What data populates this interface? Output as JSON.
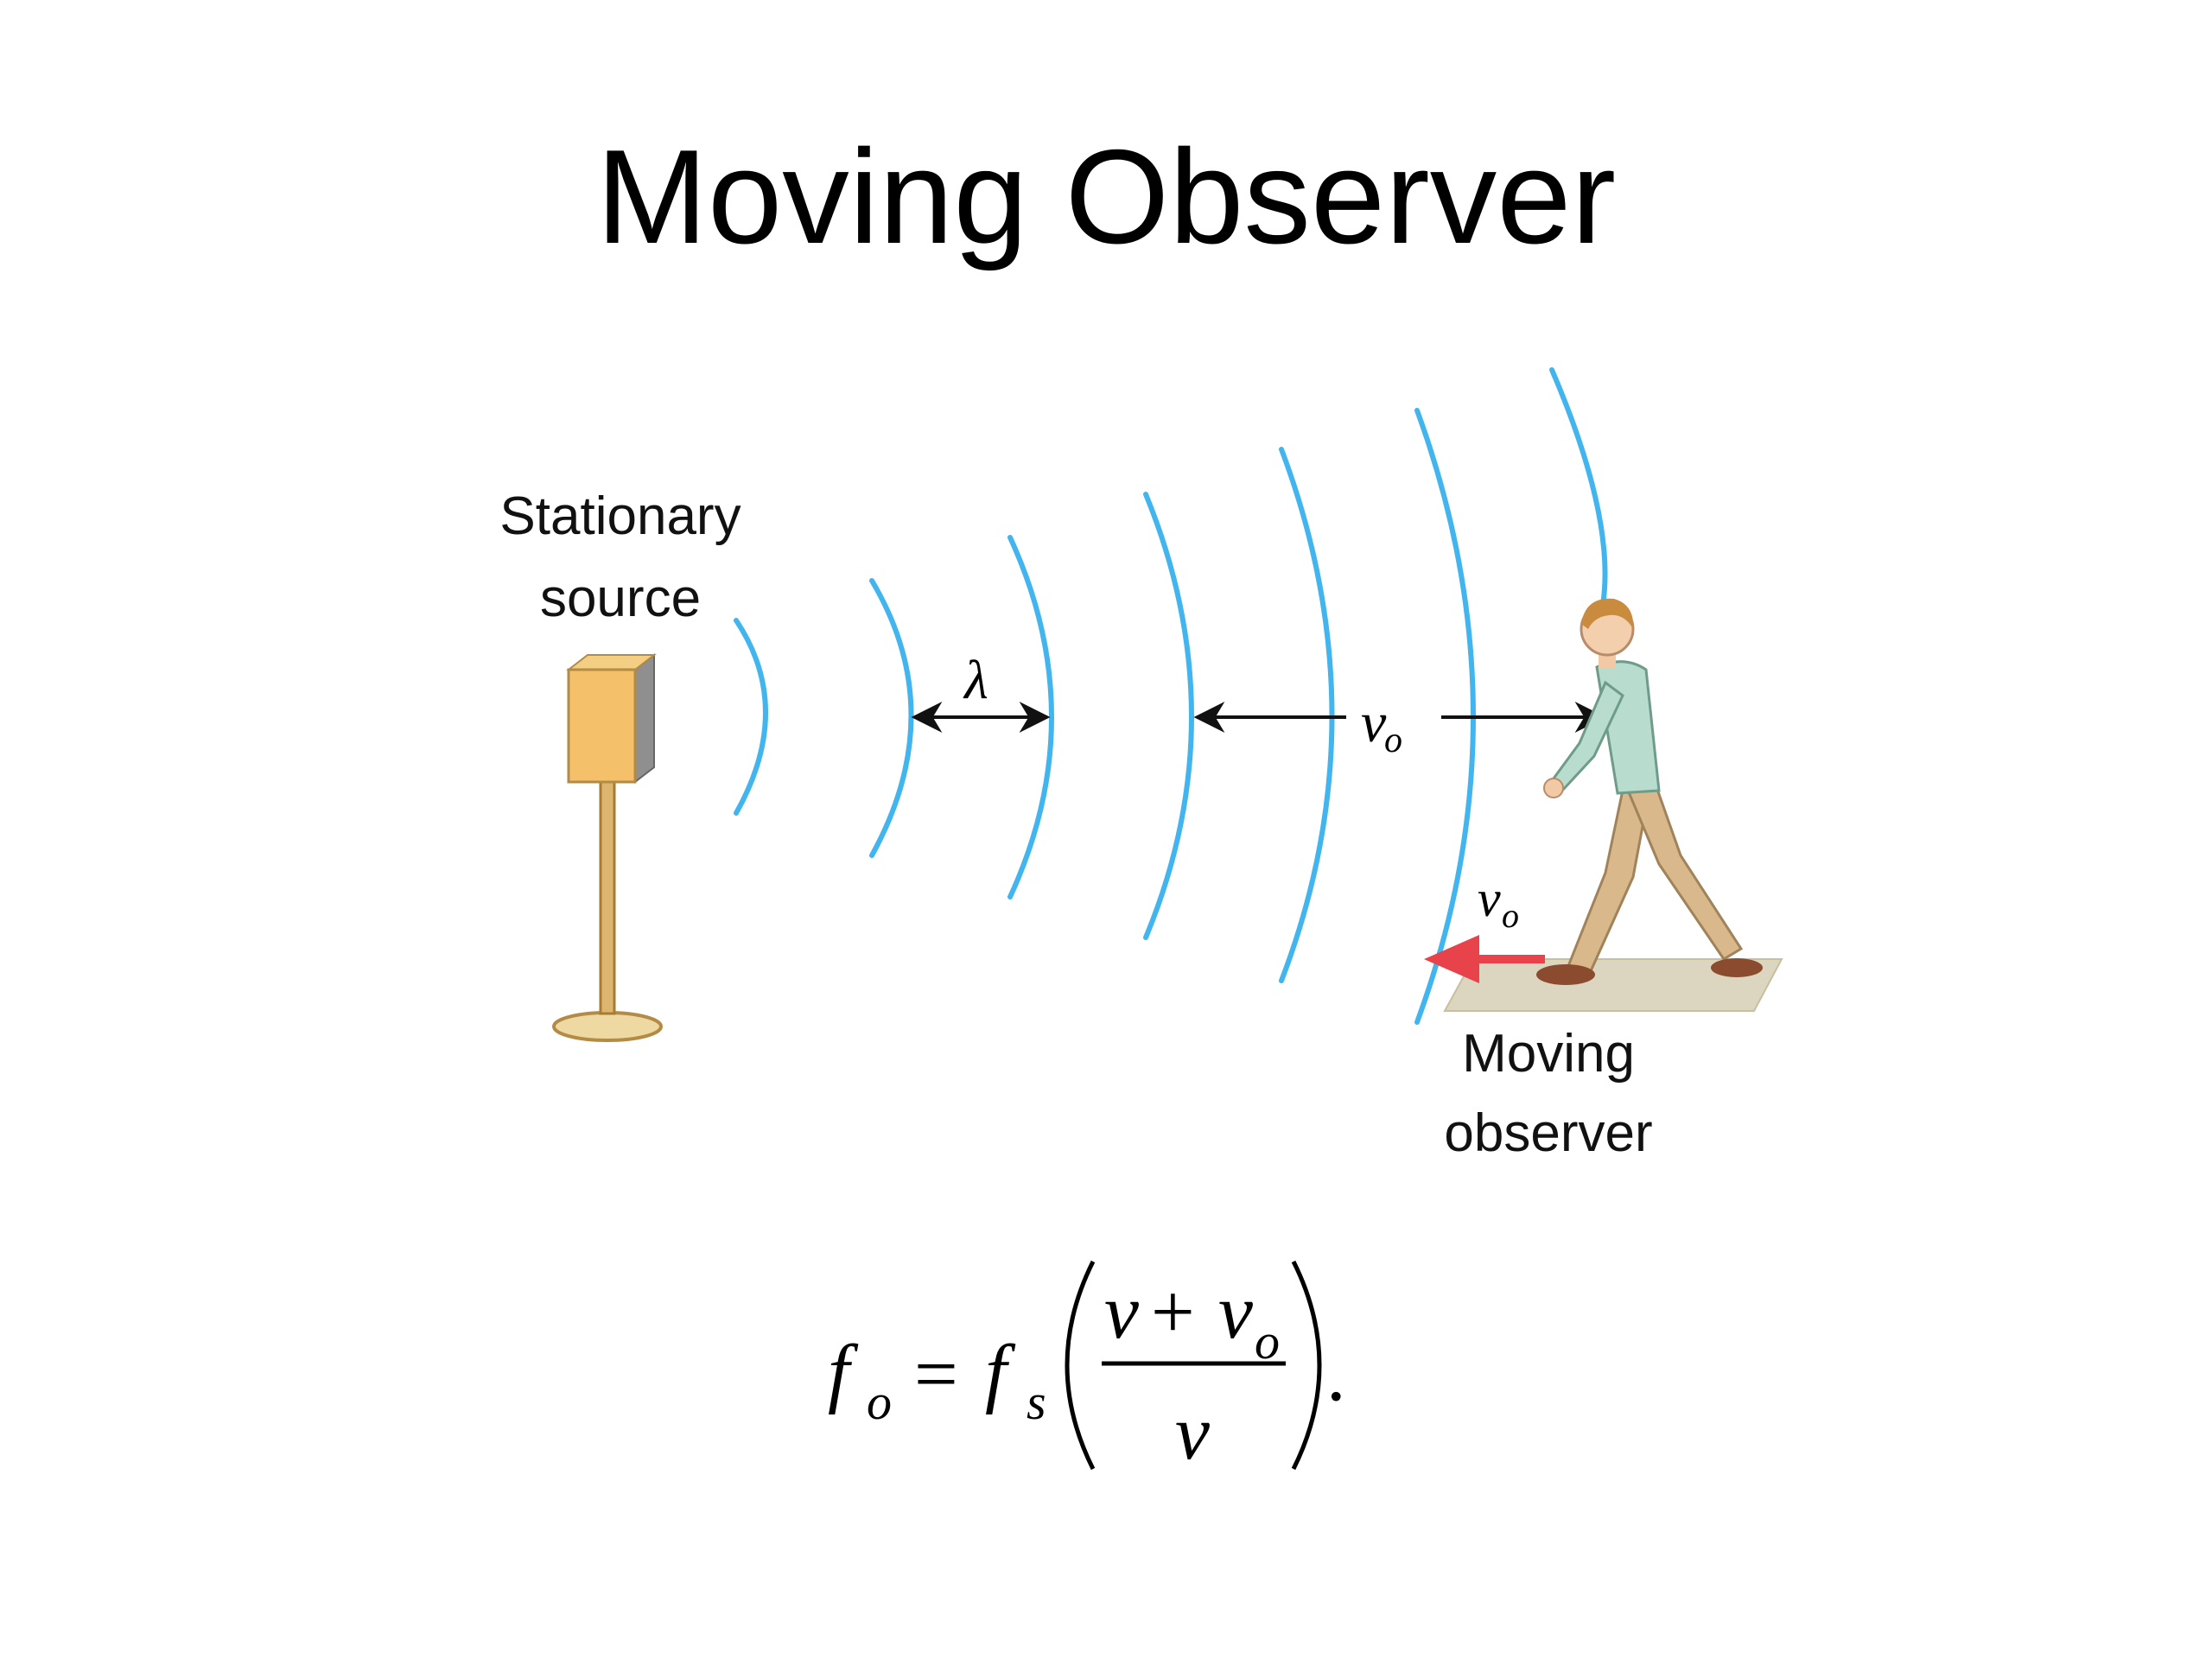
{
  "slide": {
    "title": "Moving Observer"
  },
  "diagram": {
    "source_label_line1": "Stationary",
    "source_label_line2": "source",
    "observer_label_line1": "Moving",
    "observer_label_line2": "observer",
    "wavelength_symbol": "λ",
    "velocity_symbol_main": "v",
    "velocity_symbol_sub": "o",
    "wave_color": "#43b5ee",
    "observer_arrow_color": "#e8424a"
  },
  "formula": {
    "lhs": "f",
    "lhs_sub": "o",
    "equals": "=",
    "fs": "f",
    "fs_sub": "s",
    "num_v": "v",
    "plus": "+",
    "num_vo": "v",
    "num_vo_sub": "o",
    "den_v": "v",
    "period": "."
  }
}
